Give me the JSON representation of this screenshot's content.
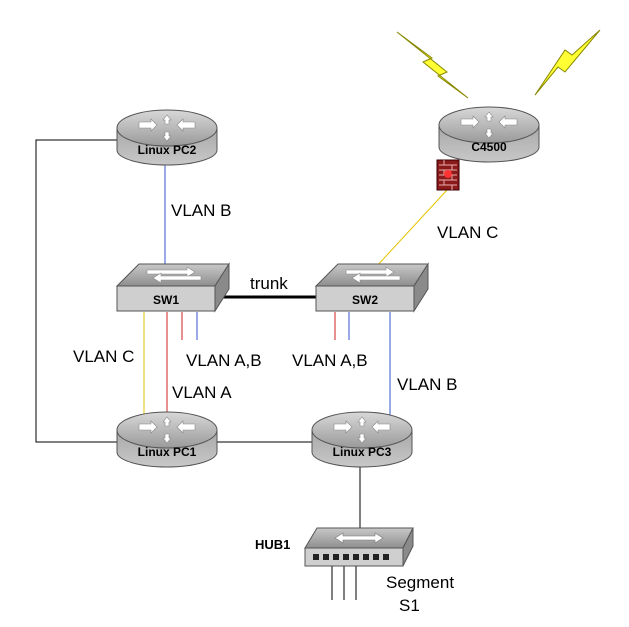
{
  "devices": {
    "linux_pc2": "Linux PC2",
    "c4500": "C4500",
    "sw1": "SW1",
    "sw2": "SW2",
    "linux_pc1": "Linux PC1",
    "linux_pc3": "Linux PC3",
    "hub1": "HUB1"
  },
  "links": {
    "vlan_b_top": "VLAN B",
    "vlan_c_right": "VLAN C",
    "trunk": "trunk",
    "vlan_c_left": "VLAN C",
    "vlan_ab_sw1": "VLAN A,B",
    "vlan_ab_sw2": "VLAN A,B",
    "vlan_a": "VLAN A",
    "vlan_b_right": "VLAN B"
  },
  "segment": {
    "line1": "Segment",
    "line2": "S1"
  },
  "colors": {
    "vlan_a": "#cc2222",
    "vlan_b": "#3355cc",
    "vlan_c": "#e6c300",
    "cable": "#000000",
    "device_gray": "#b0b0b0"
  }
}
